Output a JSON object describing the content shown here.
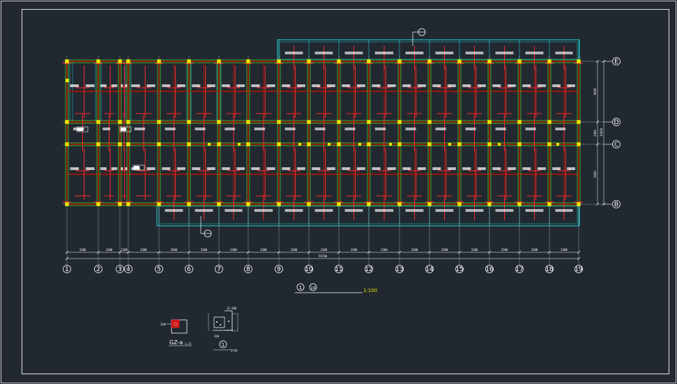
{
  "drawing": {
    "grid_columns": [
      "1",
      "2",
      "3",
      "4",
      "5",
      "6",
      "7",
      "8",
      "9",
      "10",
      "11",
      "12",
      "13",
      "14",
      "15",
      "16",
      "17",
      "18",
      "19"
    ],
    "grid_rows": [
      "E",
      "D",
      "C",
      "B"
    ],
    "bottom_dimensions": [
      "3300",
      "3400",
      "1200",
      "3300",
      "3600",
      "3300",
      "3300",
      "3300",
      "3300",
      "3300",
      "3300",
      "3300",
      "3300",
      "3300",
      "3300",
      "3300",
      "3300",
      "3300"
    ],
    "overall_dimension": "56700",
    "right_dimensions": [
      "6600",
      "2400",
      "6600"
    ],
    "right_overall": "15600",
    "plan_title_circle": "1",
    "plan_title_circle_2": "19",
    "plan_scale": "1:100",
    "detail_gz_label": "GZ-a",
    "detail_gz_scale": "1:25",
    "detail_section_label": "1",
    "detail_section_scale": "1:25"
  },
  "colors": {
    "background": "#212830",
    "frame": "#c8c8c8",
    "grid_line": "#ffffff",
    "beam": "#8b1a0e",
    "column_line": "#33dd33",
    "cyan": "#22d3d8",
    "rebar": "#ff2b2b",
    "column": "#e8e800"
  }
}
